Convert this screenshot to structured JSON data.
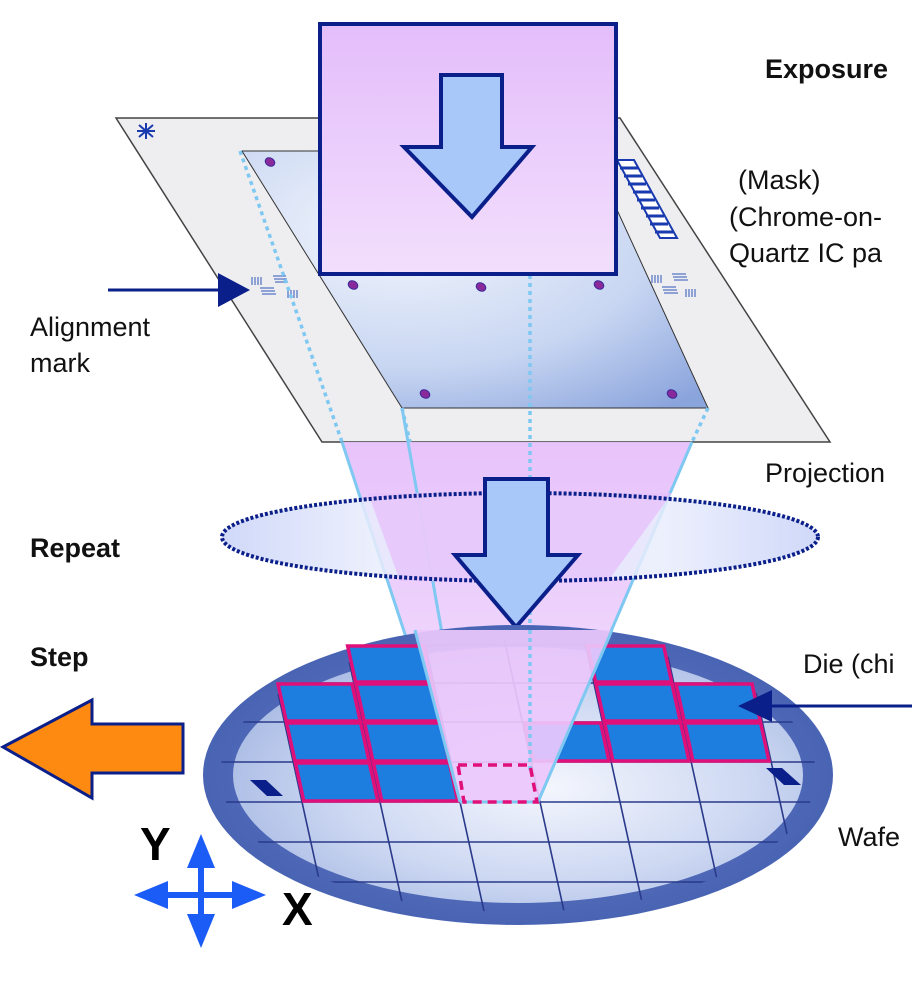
{
  "diagram": {
    "title": "Step-and-repeat projection lithography",
    "labels": {
      "exposure": "Exposure",
      "mask_line1": "(Mask)",
      "mask_line2": "(Chrome-on-",
      "mask_line3": "Quartz IC pa",
      "alignment_line1": "Alignment",
      "alignment_line2": "mark",
      "projection": "Projection",
      "repeat": "Repeat",
      "step": "Step",
      "die": "Die (chi",
      "wafer": "Wafe",
      "axis_y": "Y",
      "axis_x": "X"
    },
    "colors": {
      "exposure_light": "#e6c2fb",
      "arrow_fill": "#a8c8fa",
      "outline_navy": "#0a1f8a",
      "step_arrow": "#ff8a12",
      "die_fill": "#1e7ee0",
      "die_border": "#e0107a",
      "beam_edge": "#7ec8f2",
      "xy_arrows": "#1a5cf5"
    },
    "wafer": {
      "exposed_dies_count": 14,
      "current_die": "dashed"
    }
  }
}
